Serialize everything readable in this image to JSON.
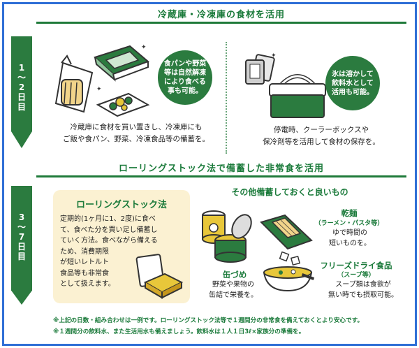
{
  "section1": {
    "title": "冷蔵庫・冷凍庫の食材を活用",
    "days": [
      "1",
      "〜",
      "2",
      "日",
      "目"
    ],
    "bubble_left": "食パンや野菜等は自然解凍により食べる事も可能。",
    "bubble_right": "氷は溶かして飲料水として活用も可能。",
    "caption_left": [
      "冷蔵庫に食材を買い置きし、冷凍庫にも",
      "ご飯や食パン、野菜、冷凍食品等の備蓄を。"
    ],
    "caption_right": [
      "停電時、クーラーボックスや",
      "保冷剤等を活用して食材の保存を。"
    ]
  },
  "section2": {
    "title": "ローリングストック法で備蓄した非常食を活用",
    "days": [
      "3",
      "〜",
      "7",
      "日",
      "目"
    ],
    "rolling_stock": {
      "title": "ローリングストック法",
      "lines": [
        "定期的(1ヶ月に1、2度)に食べ",
        "て、食べた分を買い足し備蓄し",
        "ていく方法。食べながら備える",
        "ため、消費期限",
        "が短いレトルト",
        "食品等も非常食",
        "として扱えます。"
      ]
    },
    "others": {
      "title": "その他備蓄しておくと良いもの",
      "noodles": {
        "title": "乾麺",
        "sub": "（ラーメン・パスタ等）",
        "text": [
          "ゆで時間の",
          "短いものを。"
        ]
      },
      "freeze_dry": {
        "title": "フリーズドライ食品",
        "sub": "（スープ等）",
        "text": [
          "スープ類は食欲が",
          "無い時でも摂取可能。"
        ]
      },
      "canned": {
        "title": "缶づめ",
        "text": [
          "野菜や果物の",
          "缶詰で栄養を。"
        ]
      }
    }
  },
  "notes": [
    "※上記の日数・組み合わせは一例です。ローリングストック法等で１週間分の非常食を備えておくとより安心です。",
    "※１週間分の飲料水、また生活用水も備えましょう。飲料水は１人１日3ℓ×家族分の準備を。"
  ],
  "colors": {
    "green": "#2b7b3f",
    "frame": "#2f6fd6",
    "cream": "#fbf1d2"
  }
}
